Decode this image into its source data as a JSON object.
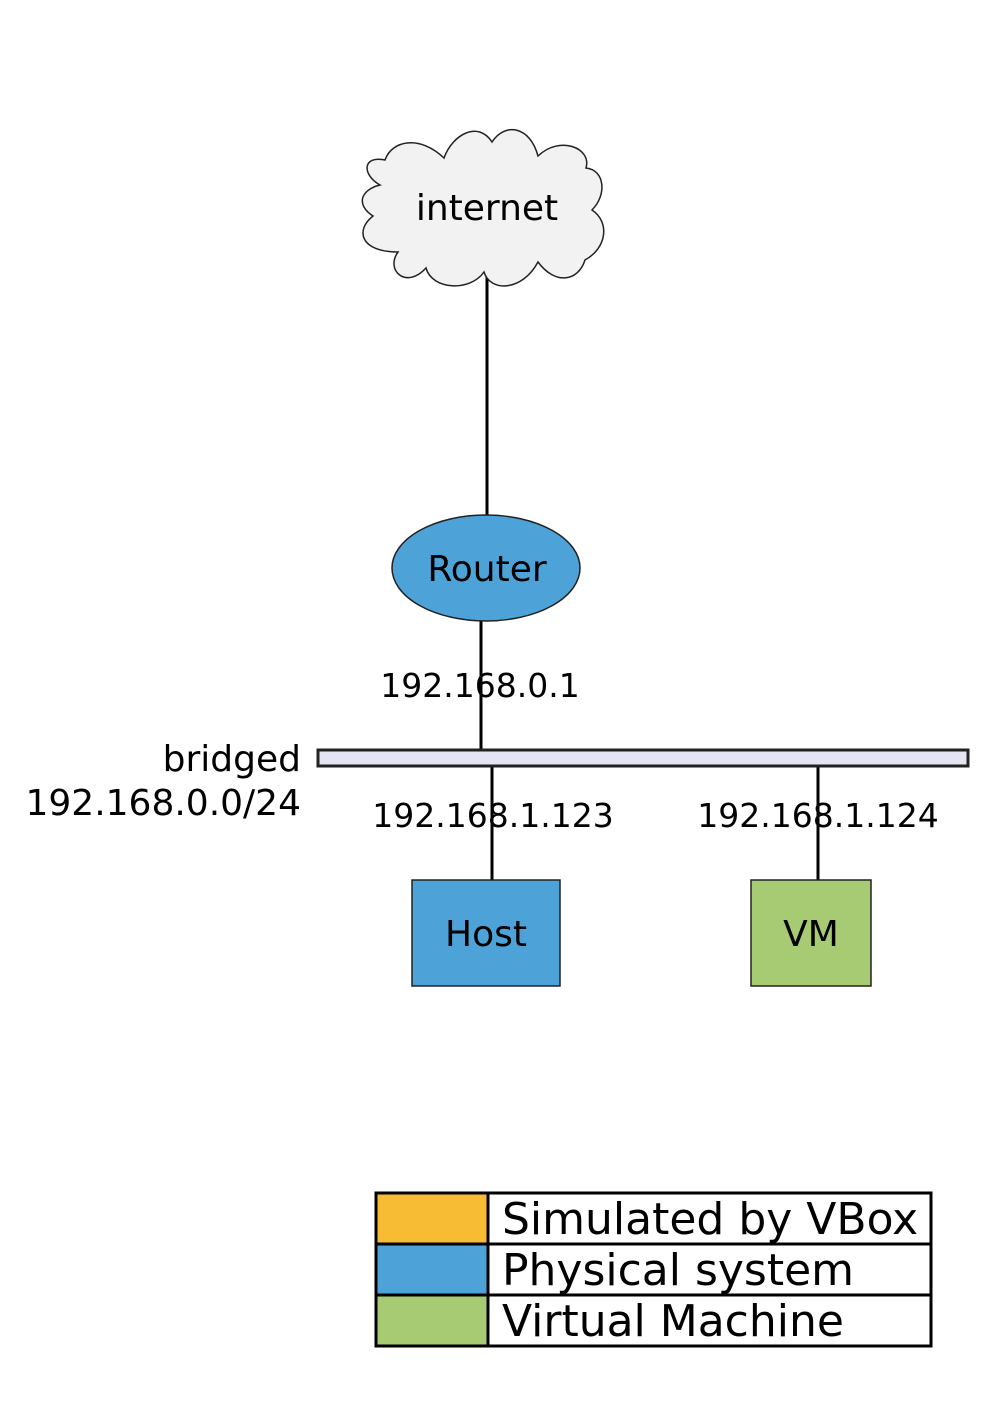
{
  "nodes": {
    "internet": {
      "label": "internet",
      "fill": "#f2f2f2"
    },
    "router": {
      "label": "Router",
      "fill": "#4da3d7"
    },
    "host": {
      "label": "Host",
      "fill": "#4da3d7"
    },
    "vm": {
      "label": "VM",
      "fill": "#a6cb72"
    }
  },
  "network": {
    "name": "bridged",
    "subnet": "192.168.0.0/24",
    "bus_fill": "#e4e4f2"
  },
  "addresses": {
    "router": "192.168.0.1",
    "host": "192.168.1.123",
    "vm": "192.168.1.124"
  },
  "legend": [
    {
      "label": "Simulated by VBox",
      "color": "#f8bb34"
    },
    {
      "label": "Physical system",
      "color": "#4da3d7"
    },
    {
      "label": "Virtual Machine",
      "color": "#a6cb72"
    }
  ]
}
